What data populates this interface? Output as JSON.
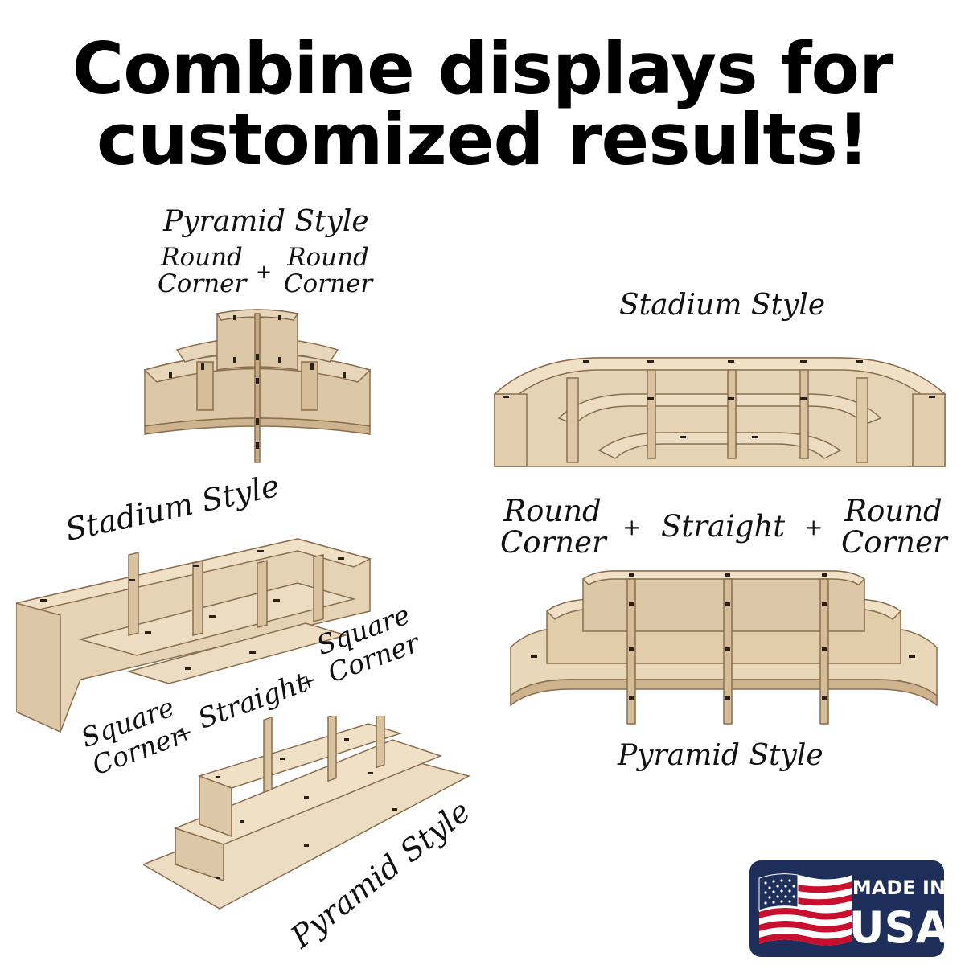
{
  "headline": {
    "line1": "Combine displays for",
    "line2": "customized results!"
  },
  "top_left": {
    "title": "Pyramid Style",
    "left_line1": "Round",
    "left_line2": "Corner",
    "plus": "+",
    "right_line1": "Round",
    "right_line2": "Corner"
  },
  "top_right": {
    "title": "Stadium Style"
  },
  "middle_right": {
    "left_line1": "Round",
    "left_line2": "Corner",
    "plus1": "+",
    "middle": "Straight",
    "plus2": "+",
    "right_line1": "Round",
    "right_line2": "Corner"
  },
  "bottom_right": {
    "title": "Pyramid Style"
  },
  "left_stadium": {
    "title": "Stadium Style",
    "left_line1": "Square",
    "left_line2": "Corner",
    "plus1": "+",
    "middle": "Straight",
    "plus2": "+",
    "right_line1": "Square",
    "right_line2": "Corner"
  },
  "left_pyramid": {
    "title": "Pyramid Style"
  },
  "badge": {
    "line1": "MADE IN",
    "line2": "USA",
    "colors": {
      "navy": "#1f2f5c",
      "red": "#c8102e",
      "white": "#ffffff"
    }
  },
  "colors": {
    "wood": "#e8d6bb",
    "wood_edge": "#8a6f4e",
    "slot": "#2a2019"
  }
}
